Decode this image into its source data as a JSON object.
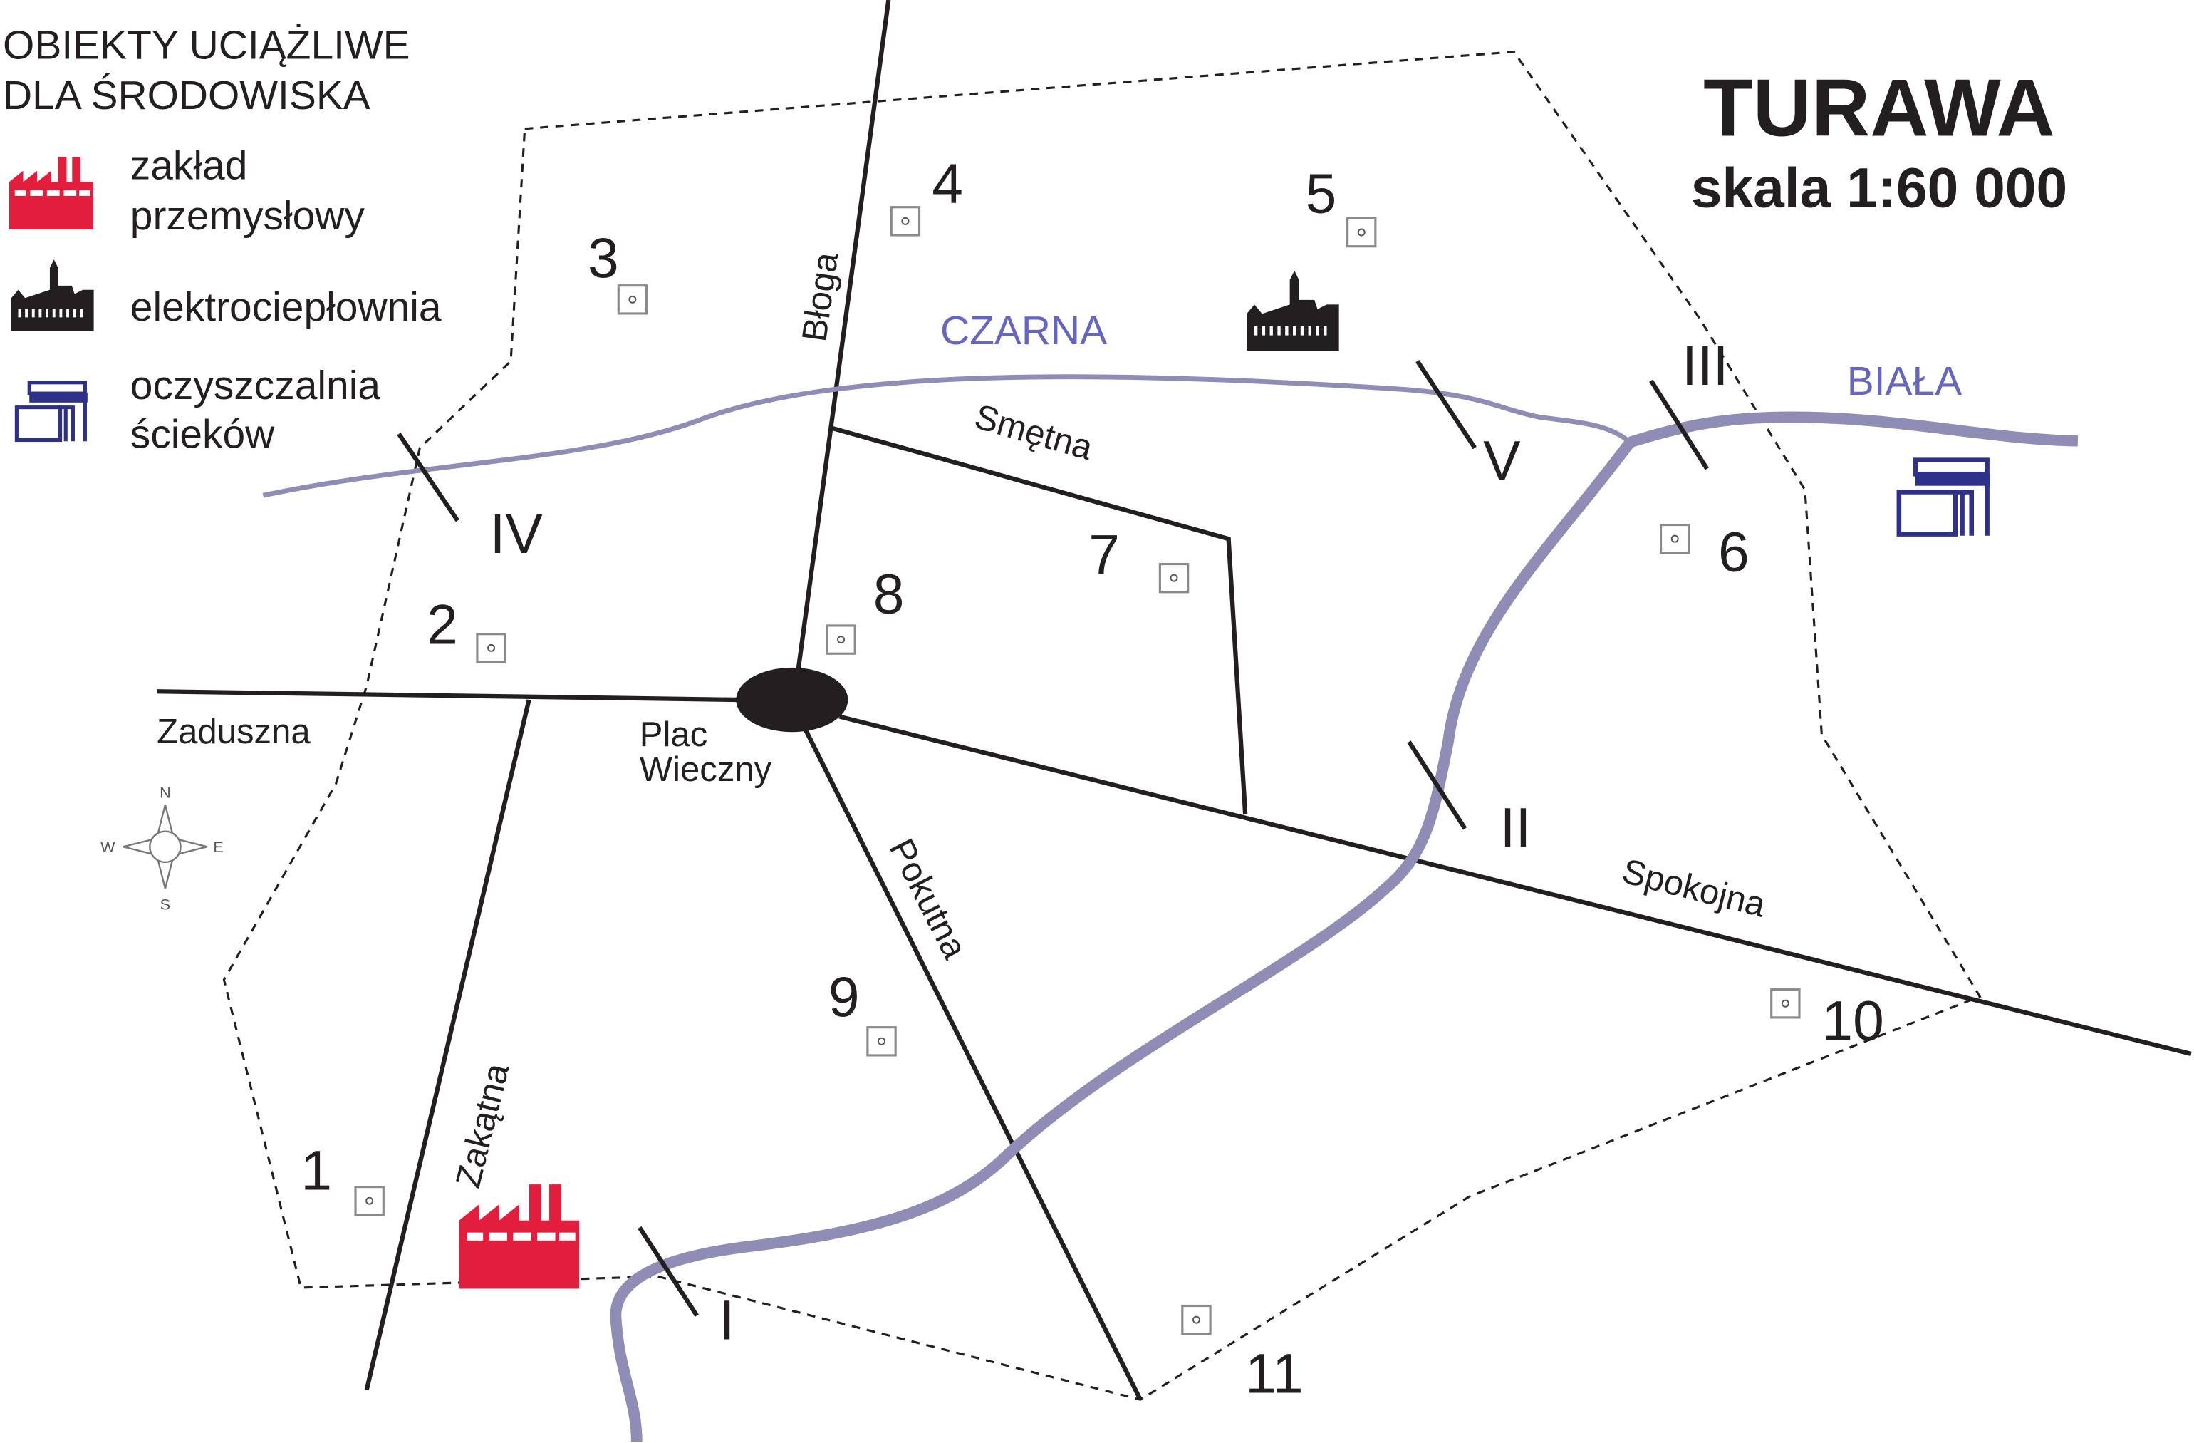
{
  "title": "TURAWA",
  "scale": "skala 1:60 000",
  "legend": {
    "heading": [
      "OBIEKTY UCIĄŻLIWE",
      "DLA ŚRODOWISKA"
    ],
    "items": [
      {
        "icon": "factory-icon",
        "lines": [
          "zakład",
          "przemysłowy"
        ],
        "color": "#e31e3c"
      },
      {
        "icon": "power-plant-icon",
        "lines": [
          "elektrociepłownia"
        ],
        "color": "#231f20"
      },
      {
        "icon": "sewage-plant-icon",
        "lines": [
          "oczyszczalnia",
          "ścieków"
        ],
        "color": "#2e3189"
      }
    ]
  },
  "compass": {
    "n": "N",
    "s": "S",
    "e": "E",
    "w": "W"
  },
  "rivers": {
    "czarna": "CZARNA",
    "biala": "BIAŁA",
    "color": "#8f8db5",
    "label_color": "#6466c0"
  },
  "streets": {
    "bloga": "Błoga",
    "smetna": "Smętna",
    "zaduszna": "Zaduszna",
    "plac": [
      "Plac",
      "Wieczny"
    ],
    "pokutna": "Pokutna",
    "spokojna": "Spokojna",
    "zakatna": "Zakątna"
  },
  "crossings": [
    "I",
    "II",
    "III",
    "IV",
    "V"
  ],
  "points": [
    "1",
    "2",
    "3",
    "4",
    "5",
    "6",
    "7",
    "8",
    "9",
    "10",
    "11"
  ]
}
